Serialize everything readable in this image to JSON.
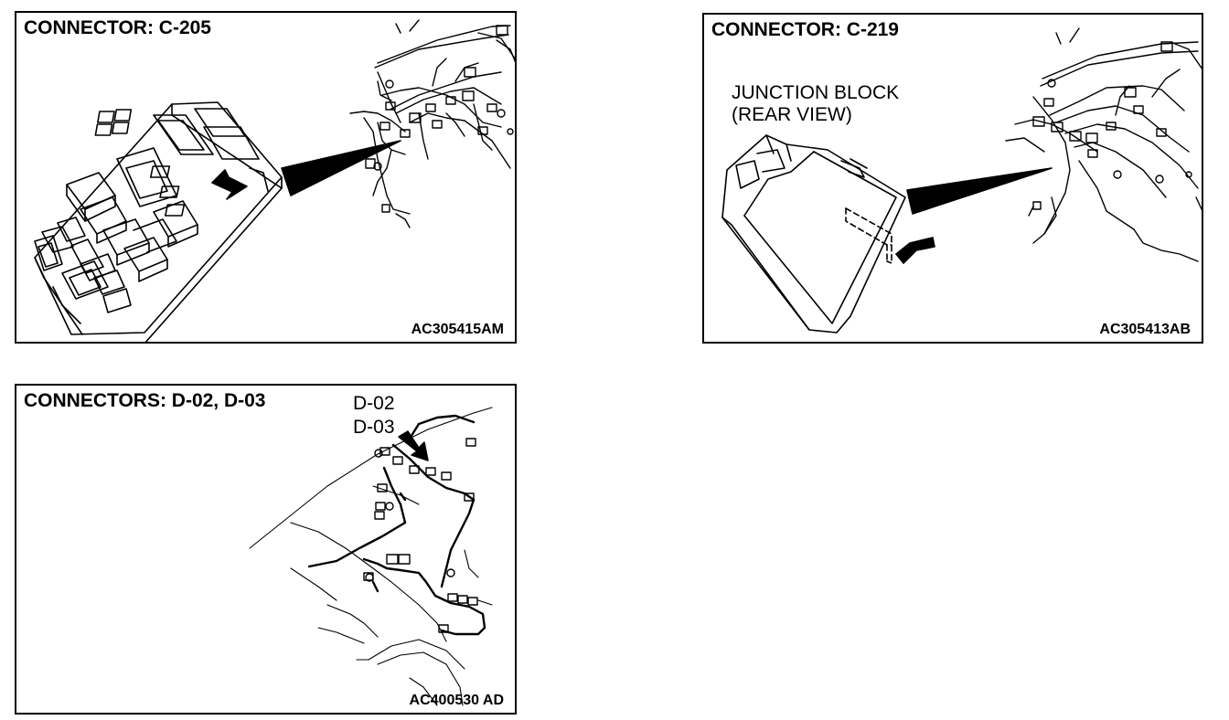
{
  "panels": [
    {
      "title": "CONNECTOR: C-205",
      "code": "AC305415AM"
    },
    {
      "title": "CONNECTOR: C-219",
      "label_line1": "JUNCTION BLOCK",
      "label_line2": "(REAR VIEW)",
      "code": "AC305413AB"
    },
    {
      "title": "CONNECTORS: D-02, D-03",
      "label_d02": "D-02",
      "label_d03": "D-03",
      "code": "AC400530 AD"
    }
  ],
  "colors": {
    "line": "#000000",
    "background": "#ffffff"
  }
}
